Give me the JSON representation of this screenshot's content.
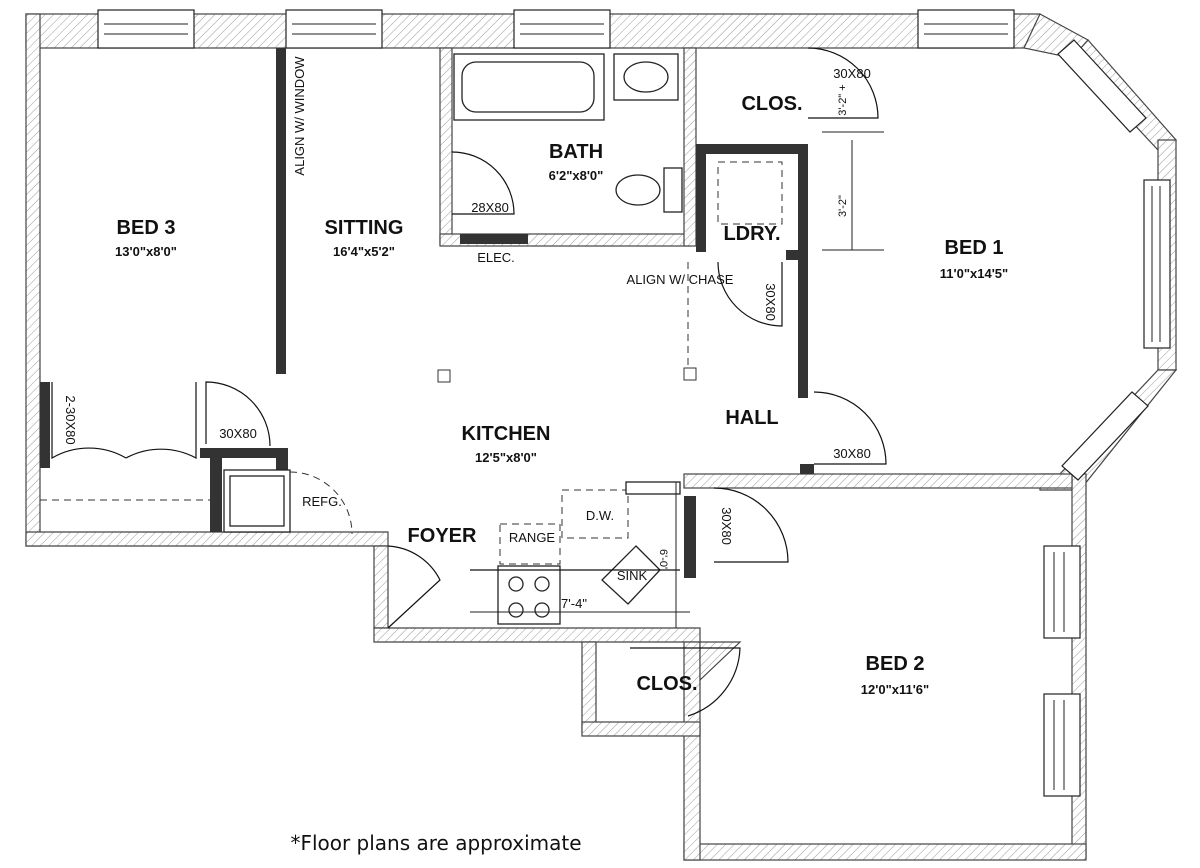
{
  "rooms": {
    "bed3": {
      "name": "BED 3",
      "dim": "13'0\"x8'0\""
    },
    "sitting": {
      "name": "SITTING",
      "dim": "16'4\"x5'2\""
    },
    "bath": {
      "name": "BATH",
      "dim": "6'2\"x8'0\""
    },
    "closet_top": {
      "name": "CLOS."
    },
    "laundry": {
      "name": "LDRY."
    },
    "bed1": {
      "name": "BED 1",
      "dim": "11'0\"x14'5\""
    },
    "kitchen": {
      "name": "KITCHEN",
      "dim": "12'5\"x8'0\""
    },
    "hall": {
      "name": "HALL"
    },
    "foyer": {
      "name": "FOYER"
    },
    "closet_bottom": {
      "name": "CLOS."
    },
    "bed2": {
      "name": "BED 2",
      "dim": "12'0\"x11'6\""
    }
  },
  "labels": {
    "align_window": "ALIGN W/ WINDOW",
    "align_chase": "ALIGN W/ CHASE",
    "elec": "ELEC.",
    "refg": "REFG.",
    "range": "RANGE",
    "dw": "D.W.",
    "sink": "SINK",
    "door_28x80": "28X80",
    "door_30x80_sitting": "30X80",
    "door_2_30x80": "2-30X80",
    "door_30x80_clos": "30X80",
    "door_30x80_ldry": "30X80",
    "door_30x80_hall": "30X80",
    "door_30x80_bed2": "30X80",
    "dim_3_2_top": "3'-2\" +",
    "dim_3_2": "3'-2\"",
    "dim_7_4": "7'-4\"",
    "dim_6_0": "6'-0\""
  },
  "footer": {
    "note": "*Floor plans are approximate"
  }
}
